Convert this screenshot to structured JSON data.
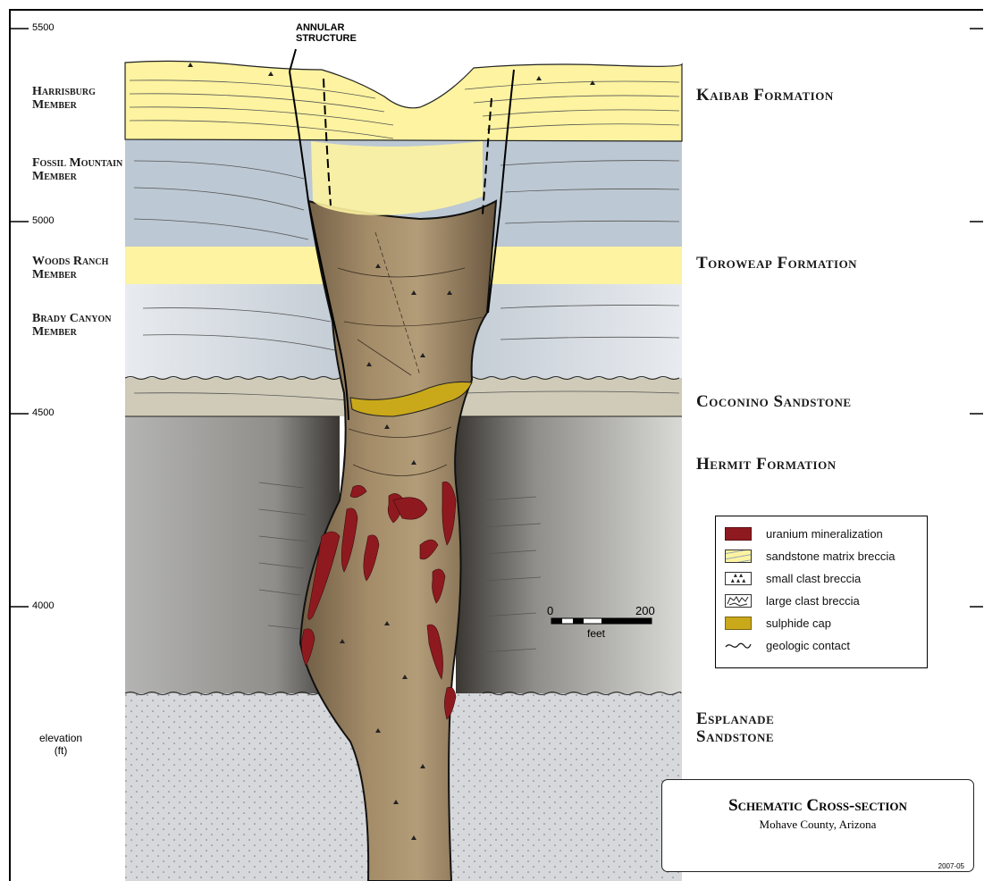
{
  "elevation_ticks": [
    "5500",
    "5000",
    "4500",
    "4000"
  ],
  "elevation_axis_label": [
    "elevation",
    "(ft)"
  ],
  "annular_label": [
    "ANNULAR",
    "STRUCTURE"
  ],
  "left_units": {
    "harrisburg": [
      "Harrisburg",
      "Member"
    ],
    "fossil_mountain": [
      "Fossil Mountain",
      "Member"
    ],
    "woods_ranch": [
      "Woods Ranch",
      "Member"
    ],
    "brady_canyon": [
      "Brady Canyon",
      "Member"
    ]
  },
  "right_units": {
    "kaibab": "Kaibab Formation",
    "toroweap": "Toroweap Formation",
    "coconino": "Coconino Sandstone",
    "hermit": "Hermit Formation",
    "esplanade": [
      "Esplanade",
      "Sandstone"
    ]
  },
  "legend": [
    {
      "label": "uranium mineralization",
      "icon": "solid-red"
    },
    {
      "label": "sandstone matrix breccia",
      "icon": "yellow-stripes"
    },
    {
      "label": "small clast breccia",
      "icon": "triangles"
    },
    {
      "label": "large clast breccia",
      "icon": "blocks"
    },
    {
      "label": "sulphide cap",
      "icon": "solid-gold"
    },
    {
      "label": "geologic contact",
      "icon": "wavy-line"
    }
  ],
  "scale": {
    "zero": "0",
    "max": "200",
    "unit": "feet"
  },
  "title": {
    "main": "Schematic Cross-section",
    "sub": "Mohave County, Arizona"
  },
  "drawing_code": "2007-05",
  "colors": {
    "kaibab_yellow": "#fdf3a0",
    "limestone_blue": "#bcc8d3",
    "coconino_tan": "#cfcbb8",
    "hermit_grey": "#a8a8a6",
    "esplanade_grey": "#d5d7db",
    "pipe_brown": "#9c8463",
    "uranium_red": "#8e1a20",
    "sulphide_gold": "#c9a81a"
  }
}
